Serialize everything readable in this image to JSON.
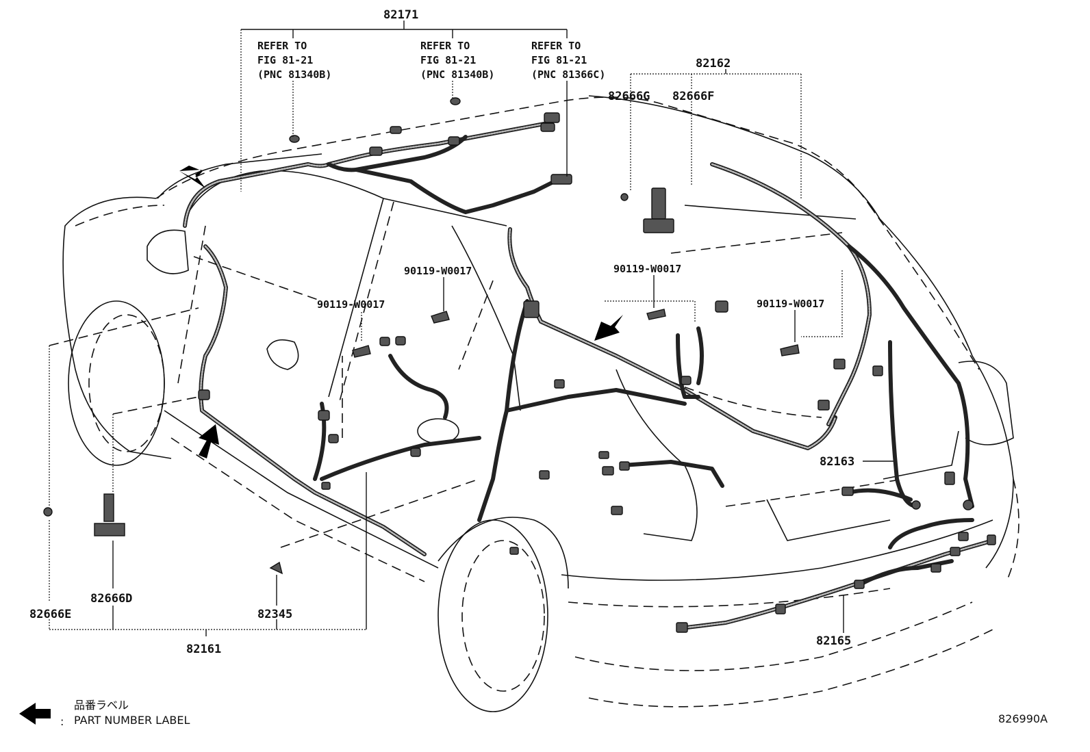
{
  "title": "Wiring harness & clamp — rear body parts diagram",
  "figure_code": "826990A",
  "legend": {
    "icon": "part-number-label-arrow",
    "label_jp": "品番ラベル",
    "separator": ":",
    "label_en": "PART NUMBER LABEL"
  },
  "callouts": {
    "p82171": "82171",
    "ref1": [
      "REFER TO",
      "FIG 81-21",
      "(PNC 81340B)"
    ],
    "ref2": [
      "REFER TO",
      "FIG 81-21",
      "(PNC 81340B)"
    ],
    "ref3": [
      "REFER TO",
      "FIG 81-21",
      "(PNC 81366C)"
    ],
    "p82162": "82162",
    "p82666G": "82666G",
    "p82666F": "82666F",
    "bolt1": "90119-W0017",
    "bolt2": "90119-W0017",
    "bolt3": "90119-W0017",
    "bolt4": "90119-W0017",
    "p82163": "82163",
    "p82165": "82165",
    "p82666E": "82666E",
    "p82666D": "82666D",
    "p82345": "82345",
    "p82161": "82161"
  }
}
